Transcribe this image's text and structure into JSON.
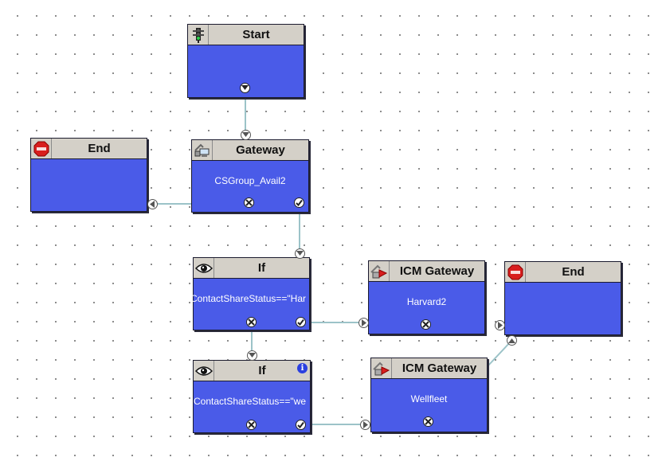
{
  "nodes": {
    "start": {
      "title": "Start"
    },
    "gateway": {
      "title": "Gateway",
      "label": "CSGroup_Avail2"
    },
    "end_left": {
      "title": "End"
    },
    "if1": {
      "title": "If",
      "label": "ContactShareStatus==\"Har"
    },
    "if2": {
      "title": "If",
      "label": "ContactShareStatus==\"we"
    },
    "icm1": {
      "title": "ICM Gateway",
      "label": "Harvard2"
    },
    "icm2": {
      "title": "ICM Gateway",
      "label": "Wellfleet"
    },
    "end_right": {
      "title": "End"
    }
  },
  "icons": {
    "start": "traffic-light-icon",
    "gateway": "computer-gateway-icon",
    "end": "stop-sign-icon",
    "if": "eye-if-icon",
    "icm": "icm-gateway-icon",
    "info": "info-icon",
    "info_glyph": "i"
  },
  "colors": {
    "node_body": "#4a5be8",
    "header": "#d4d0c8",
    "connector": "#9cc3c8",
    "stop_red": "#d81e1e"
  }
}
